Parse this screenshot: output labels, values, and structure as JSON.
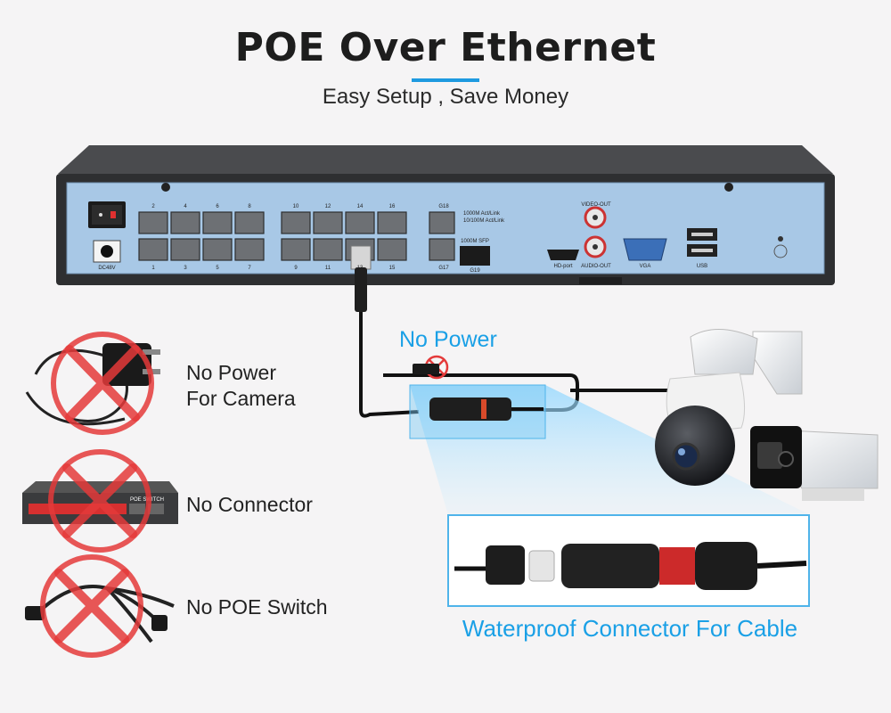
{
  "header": {
    "title": "POE Over Ethernet",
    "subtitle": "Easy Setup , Save Money"
  },
  "nvr": {
    "port_labels_top": [
      "2",
      "4",
      "6",
      "8",
      "10",
      "12",
      "14",
      "16",
      "G18"
    ],
    "port_labels_bottom": [
      "1",
      "3",
      "5",
      "7",
      "9",
      "11",
      "13",
      "15",
      "G17"
    ],
    "power_label": "DC48V",
    "led_legend": [
      "1000M Act/Link",
      "10/100M Act/Link"
    ],
    "sfp_label": "1000M SFP",
    "sfp_port_label": "G19",
    "video_out": "VIDEO-OUT",
    "audio_out": "AUDIO-OUT",
    "hdmi_label": "HD-port",
    "vga_label": "VGA",
    "usb_label": "USB"
  },
  "features": [
    {
      "text": "No Power\nFor Camera"
    },
    {
      "text": "No Connector"
    },
    {
      "text": "No POE Switch"
    }
  ],
  "switch_label": "POE SWITCH",
  "no_power_label": "No Power",
  "connector_label": "Waterproof Connector For Cable",
  "colors": {
    "accent": "#1aa0e6",
    "cross_red": "#e43a3a",
    "nvr_panel": "#a8c8e6",
    "nvr_body": "#3a3a3c"
  }
}
